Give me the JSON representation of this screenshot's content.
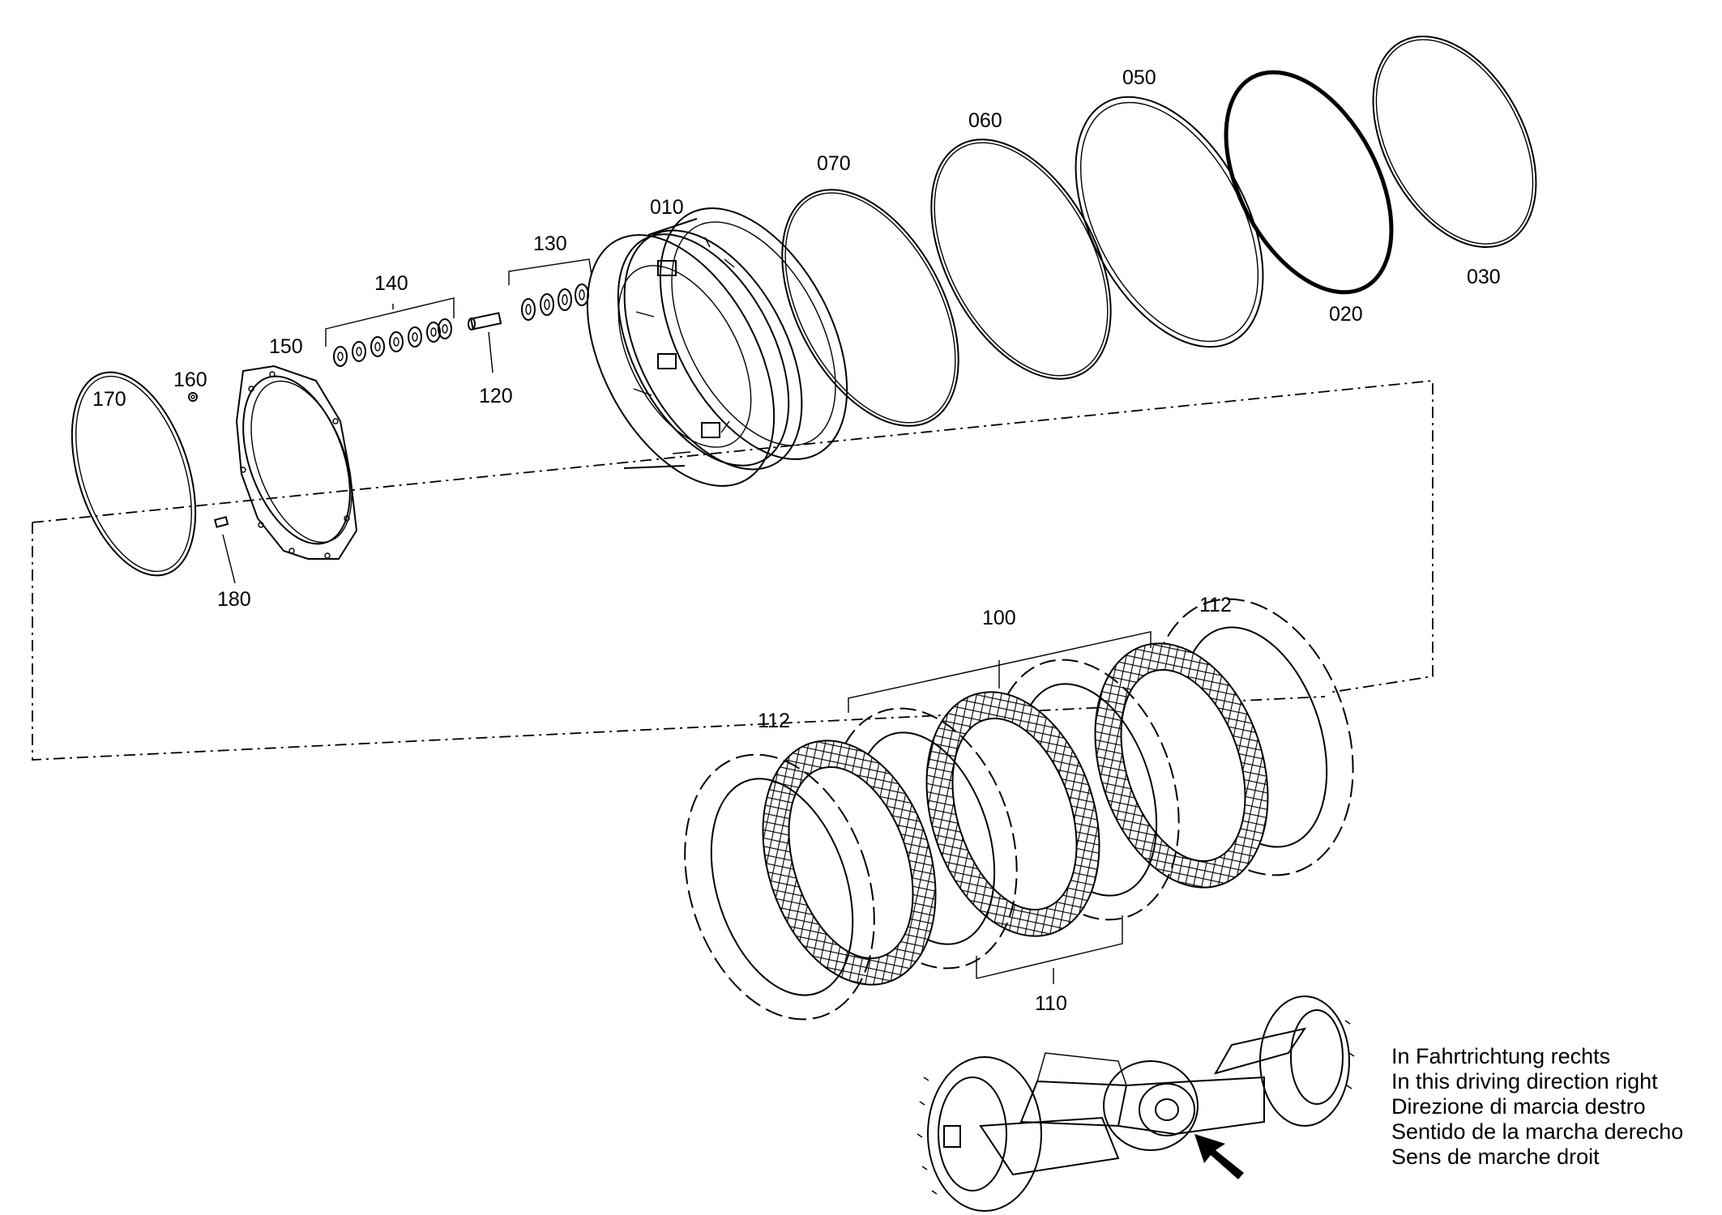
{
  "part_labels": {
    "p010": "010",
    "p020": "020",
    "p030": "030",
    "p050": "050",
    "p060": "060",
    "p070": "070",
    "p100": "100",
    "p110": "110",
    "p112a": "112",
    "p112b": "112",
    "p120": "120",
    "p130": "130",
    "p140": "140",
    "p150": "150",
    "p160": "160",
    "p170": "170",
    "p180": "180"
  },
  "direction_note": [
    "In Fahrtrichtung rechts",
    "In this driving direction right",
    "Direzione di marcia destro",
    "Sentido de la marcha derecho",
    "Sens de marche droit"
  ]
}
